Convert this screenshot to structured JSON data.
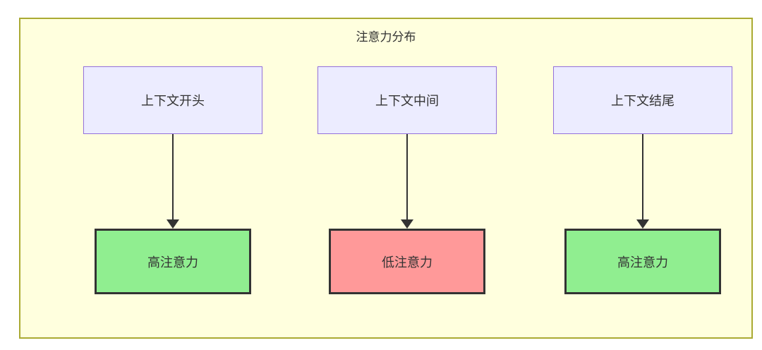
{
  "diagram": {
    "title": "注意力分布",
    "columns": [
      {
        "source": "上下文开头",
        "result": "高注意力",
        "level": "high"
      },
      {
        "source": "上下文中间",
        "result": "低注意力",
        "level": "low"
      },
      {
        "source": "上下文结尾",
        "result": "高注意力",
        "level": "high"
      }
    ],
    "colors": {
      "canvas_bg": "#ffffff",
      "cluster_bg": "#ffffde",
      "cluster_border": "#aaaa33",
      "source_node_bg": "#ececff",
      "source_node_border": "#9370db",
      "high_attention_bg": "#90ee90",
      "low_attention_bg": "#ff9999",
      "result_node_border": "#333333",
      "text": "#333333",
      "arrow": "#333333"
    }
  }
}
